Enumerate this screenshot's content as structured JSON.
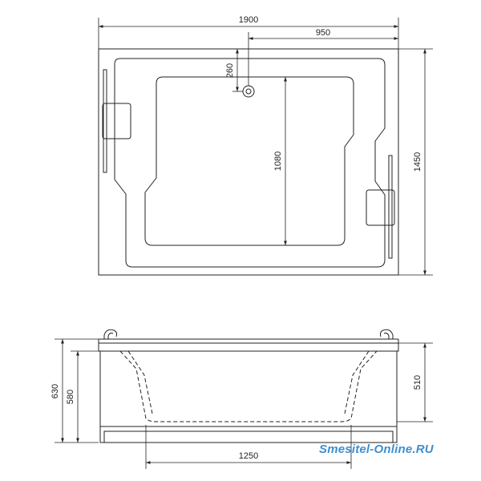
{
  "top_view": {
    "dim_width": "1900",
    "dim_half_width": "950",
    "dim_drain_offset": "260",
    "dim_inner_length": "1080",
    "dim_height": "1450"
  },
  "side_view": {
    "dim_total_height": "630",
    "dim_body_height": "580",
    "dim_inner_depth": "510",
    "dim_bottom_length": "1250"
  },
  "watermark": {
    "text": "Smesitel-Online.RU",
    "color": "#3f8fd0"
  },
  "colors": {
    "line": "#222222",
    "background": "#ffffff"
  }
}
